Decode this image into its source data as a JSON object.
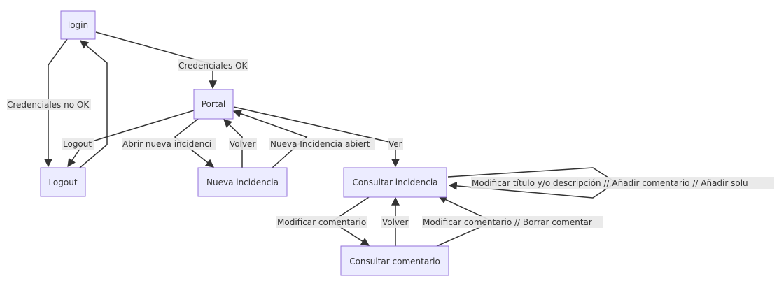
{
  "colors": {
    "node_fill": "#ececff",
    "node_stroke": "#9370db",
    "edge": "#333333",
    "label_bg": "#e8e8e8",
    "text": "#333333"
  },
  "nodes": {
    "login": "login",
    "portal": "Portal",
    "logout": "Logout",
    "nueva": "Nueva incidencia",
    "consultar_inc": "Consultar incidencia",
    "consultar_com": "Consultar comentario"
  },
  "edges": {
    "login_portal": "Credenciales OK",
    "login_logout": "Credenciales no OK",
    "portal_logout": "Logout",
    "portal_nueva": "Abrir nueva incidenci",
    "nueva_portal_volver": "Volver",
    "nueva_portal_abierta": "Nueva Incidencia abiert",
    "portal_consultar": "Ver",
    "consultar_self": "Modificar título y/o descripción // Añadir comentario // Añadir solu",
    "inc_com": "Modificar comentario",
    "com_inc_volver": "Volver",
    "com_inc_modificar": "Modificar comentario // Borrar comentar"
  }
}
